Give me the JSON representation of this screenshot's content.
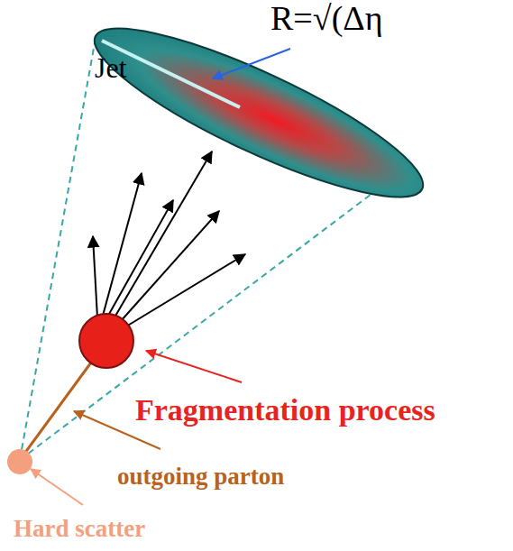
{
  "diagram": {
    "labels": [
      "R=√(Δη",
      "Jet",
      "Fragmentation process",
      "outgoing parton",
      "Hard scatter"
    ]
  }
}
